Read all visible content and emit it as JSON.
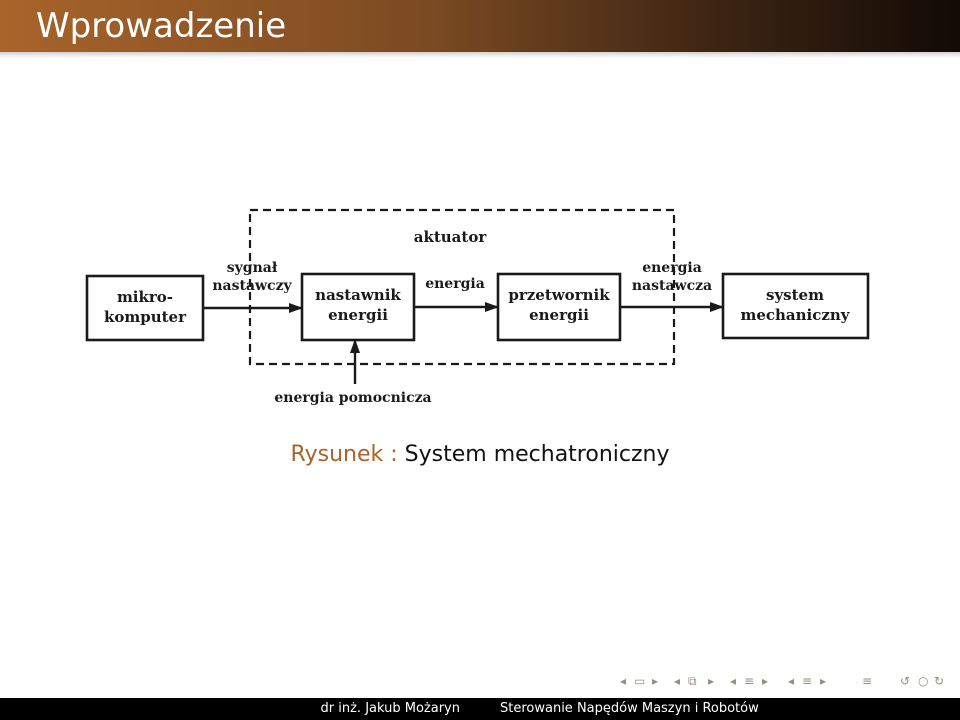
{
  "slide": {
    "title": "Wprowadzenie"
  },
  "diagram": {
    "boxes": {
      "mikrokomputer": [
        "mikro-",
        "komputer"
      ],
      "nastawnik": [
        "nastawnik",
        "energii"
      ],
      "przetwornik": [
        "przetwornik",
        "energii"
      ],
      "system": [
        "system",
        "mechaniczny"
      ]
    },
    "labels": {
      "aktuator": "aktuator",
      "sygnal": [
        "sygnał",
        "nastawczy"
      ],
      "energia": "energia",
      "energia_nastawcza": [
        "energia",
        "nastawcza"
      ],
      "energia_pomocnicza": "energia pomocnicza"
    }
  },
  "caption": {
    "label": "Rysunek :",
    "text": "System mechatroniczny"
  },
  "footer": {
    "author": "dr inż. Jakub Możaryn",
    "course": "Sterowanie Napędów Maszyn i Robotów"
  },
  "colors": {
    "title_bar_start": "#a8642a",
    "title_bar_end": "#120a05",
    "caption_label": "#a8642a",
    "footer_bg": "#000000"
  },
  "nav_icons": [
    "nav-prev-icon",
    "nav-frame-icon",
    "nav-next-icon",
    "nav-prev-icon",
    "nav-section-icon",
    "nav-next-icon",
    "nav-prev-icon",
    "nav-subsection-icon",
    "nav-next-icon",
    "nav-prev-icon",
    "nav-subsection-icon",
    "nav-next-icon",
    "nav-align-icon",
    "nav-undo-icon",
    "nav-search-icon",
    "nav-redo-icon"
  ]
}
